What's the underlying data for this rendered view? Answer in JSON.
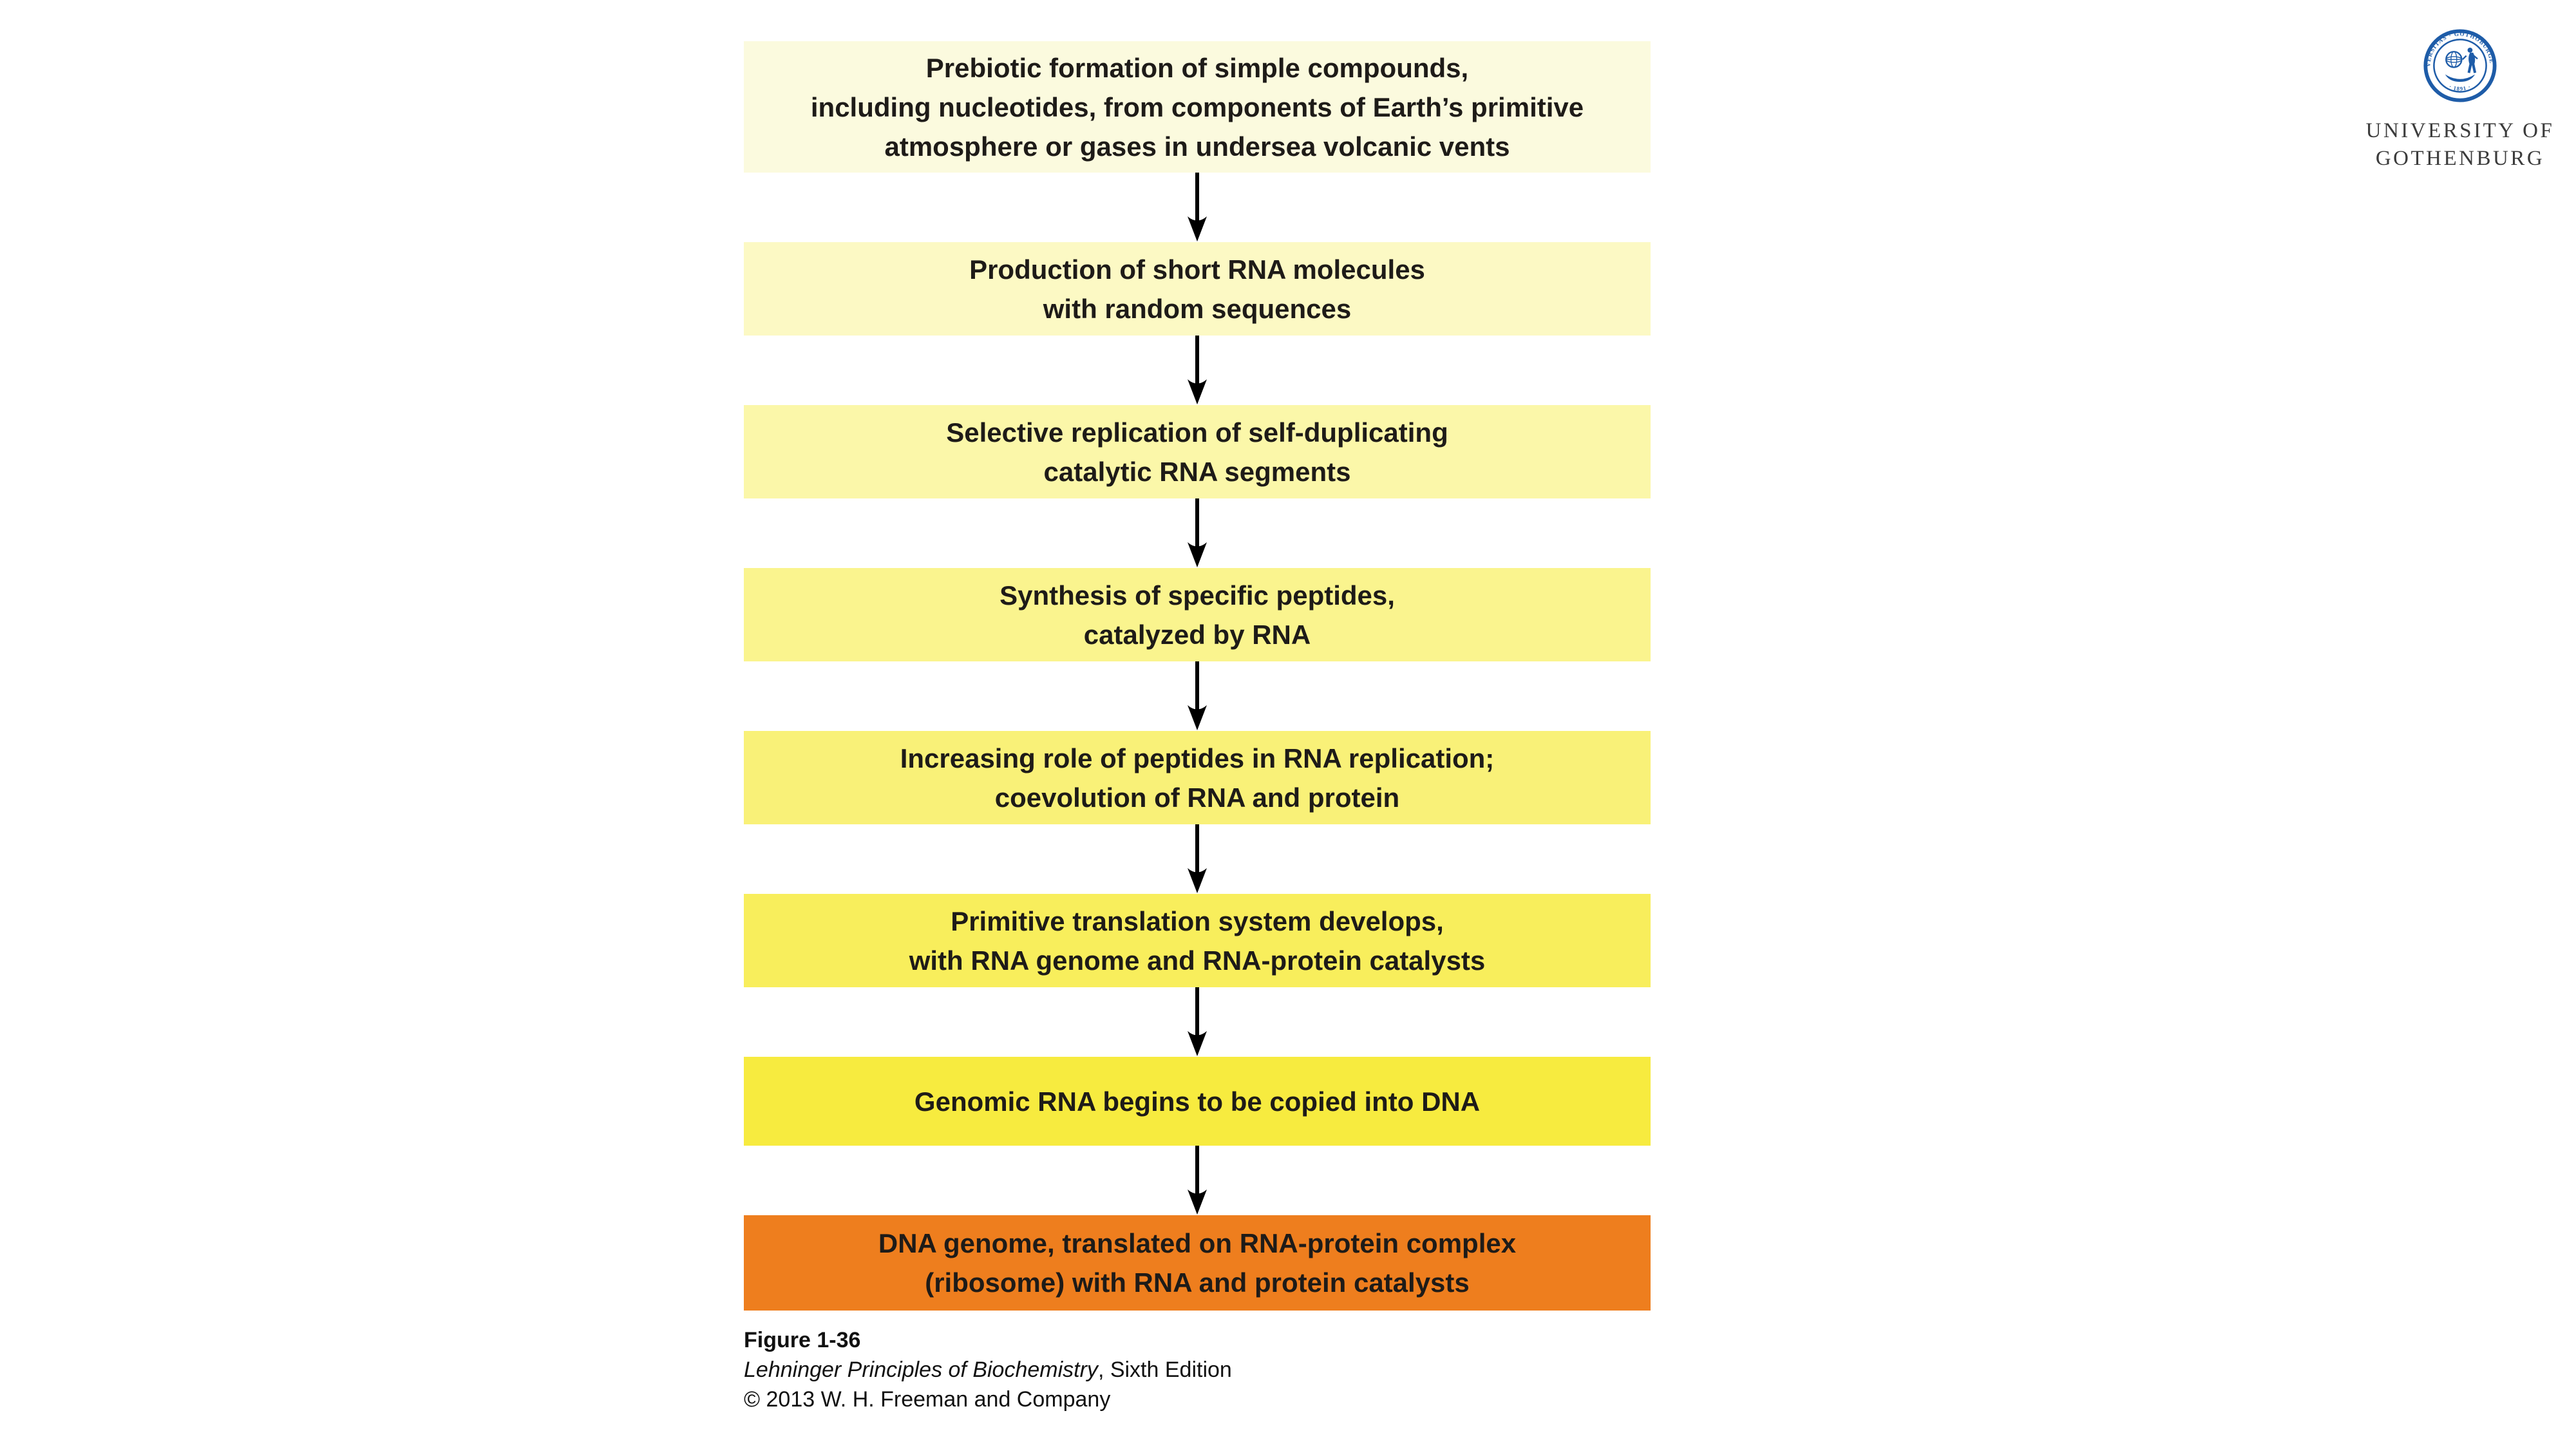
{
  "page": {
    "background": "#ffffff"
  },
  "flowchart": {
    "text_color": "#1e1b18",
    "arrow_color": "#000000",
    "arrow_icon": "down-arrow",
    "steps": [
      {
        "text": "Prebiotic formation of simple compounds,\nincluding nucleotides, from components of Earth’s primitive\natmosphere or gases in undersea volcanic vents",
        "color": "#fbfade"
      },
      {
        "text": "Production of short RNA molecules\nwith random sequences",
        "color": "#fcf9c4"
      },
      {
        "text": "Selective replication of self-duplicating\ncatalytic RNA segments",
        "color": "#fbf7a9"
      },
      {
        "text": "Synthesis of specific peptides,\ncatalyzed by RNA",
        "color": "#faf48e"
      },
      {
        "text": "Increasing role of peptides in RNA replication;\ncoevolution of RNA and protein",
        "color": "#f9f178"
      },
      {
        "text": "Primitive translation system develops,\nwith RNA genome and RNA-protein catalysts",
        "color": "#f8ee5c"
      },
      {
        "text": "Genomic RNA begins to be copied into DNA",
        "color": "#f7eb3f"
      },
      {
        "text": "DNA genome, translated on RNA-protein complex\n(ribosome) with RNA and protein catalysts",
        "color": "#ee7e1e"
      }
    ]
  },
  "caption": {
    "figure_label": "Figure 1-36",
    "book_title": "Lehninger Principles of Biochemistry",
    "edition_suffix": ", Sixth Edition",
    "copyright": "© 2013 W. H. Freeman and Company"
  },
  "logo": {
    "seal_color": "#1e5ca8",
    "wordmark_color": "#3b3b3b",
    "seal_ring_text": "UNIVERSITAS · GOTHOBURGENSIS",
    "seal_year": "· 1891 ·",
    "wordmark_line1": "UNIVERSITY OF",
    "wordmark_line2": "GOTHENBURG"
  }
}
